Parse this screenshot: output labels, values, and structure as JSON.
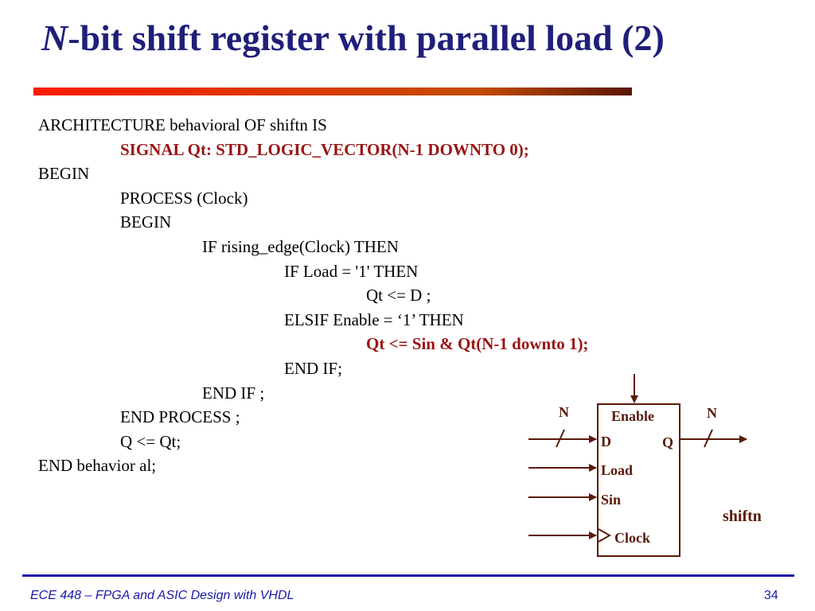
{
  "slide": {
    "title_italic": "N",
    "title_rest": "-bit shift register with parallel load (2)"
  },
  "code": {
    "lines": [
      {
        "indent": 0,
        "text": "ARCHITECTURE behavioral OF shiftn IS",
        "highlight": false
      },
      {
        "indent": 1,
        "text": "SIGNAL Qt: STD_LOGIC_VECTOR(N-1 DOWNTO 0);",
        "highlight": true
      },
      {
        "indent": 0,
        "text": "BEGIN",
        "highlight": false
      },
      {
        "indent": 1,
        "text": "PROCESS (Clock)",
        "highlight": false
      },
      {
        "indent": 1,
        "text": "BEGIN",
        "highlight": false
      },
      {
        "indent": 2,
        "text": "IF rising_edge(Clock) THEN",
        "highlight": false
      },
      {
        "indent": 3,
        "text": "IF Load = '1' THEN",
        "highlight": false
      },
      {
        "indent": 4,
        "text": "Qt <= D ;",
        "highlight": false
      },
      {
        "indent": 3,
        "text": "ELSIF Enable = ‘1’ THEN",
        "highlight": false
      },
      {
        "indent": 4,
        "text": "Qt <= Sin & Qt(N-1 downto 1);",
        "highlight": true
      },
      {
        "indent": 3,
        "text": "END IF;",
        "highlight": false
      },
      {
        "indent": 2,
        "text": "END IF ;",
        "highlight": false
      },
      {
        "indent": 1,
        "text": "END PROCESS ;",
        "highlight": false
      },
      {
        "indent": 1,
        "text": "Q <= Qt;",
        "highlight": false
      },
      {
        "indent": 0,
        "text": "END behavior al;",
        "highlight": false
      }
    ]
  },
  "diagram": {
    "enable": "Enable",
    "d": "D",
    "q": "Q",
    "load": "Load",
    "sin": "Sin",
    "clock": "Clock",
    "width_in": "N",
    "width_out": "N",
    "name": "shiftn",
    "color": "#5a1a0a"
  },
  "footer": {
    "course": "ECE 448 – FPGA and ASIC Design with VHDL",
    "page": "34"
  }
}
